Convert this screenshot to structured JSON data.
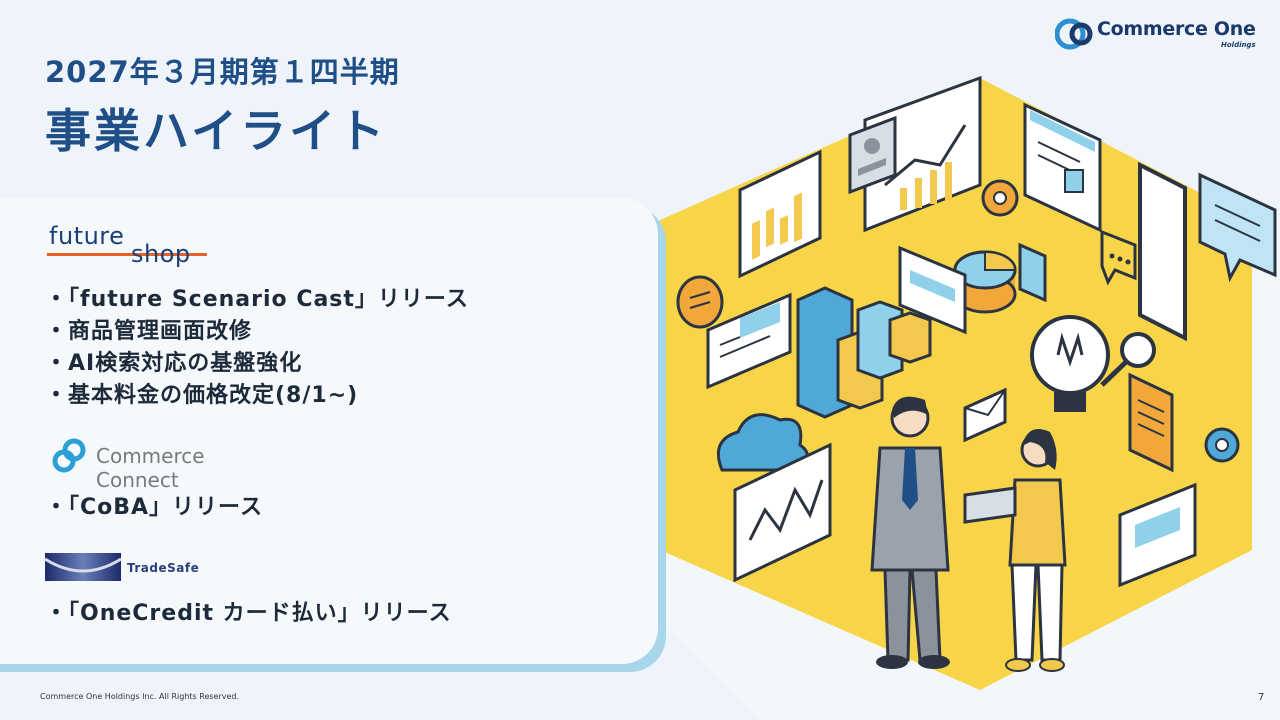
{
  "header": {
    "period": "2027年３月期第１四半期",
    "title": "事業ハイライト"
  },
  "brand": {
    "name": "Commerce One",
    "sub": "Holdings"
  },
  "sections": {
    "futureshop": {
      "logo_word1": "future",
      "logo_word2": "shop",
      "bullets": [
        "・「future Scenario Cast」リリース",
        "・商品管理画面改修",
        "・AI検索対応の基盤強化",
        "・基本料金の価格改定(8/1~)"
      ]
    },
    "commerce_connect": {
      "logo_text": "Commerce Connect",
      "bullets": [
        "・「CoBA」リリース"
      ]
    },
    "tradesafe": {
      "logo_text": "TradeSafe",
      "bullets": [
        "・「OneCredit カード払い」リリース"
      ]
    }
  },
  "footer": {
    "copyright": "Commerce One Holdings Inc. All Rights Reserved.",
    "page_number": "7"
  },
  "colors": {
    "title_blue": "#1f4f86",
    "accent_yellow": "#f8d548",
    "card_shadow": "#a9d5ea",
    "futureshop_orange": "#e2622a",
    "brand_blue": "#1b3a6b"
  }
}
